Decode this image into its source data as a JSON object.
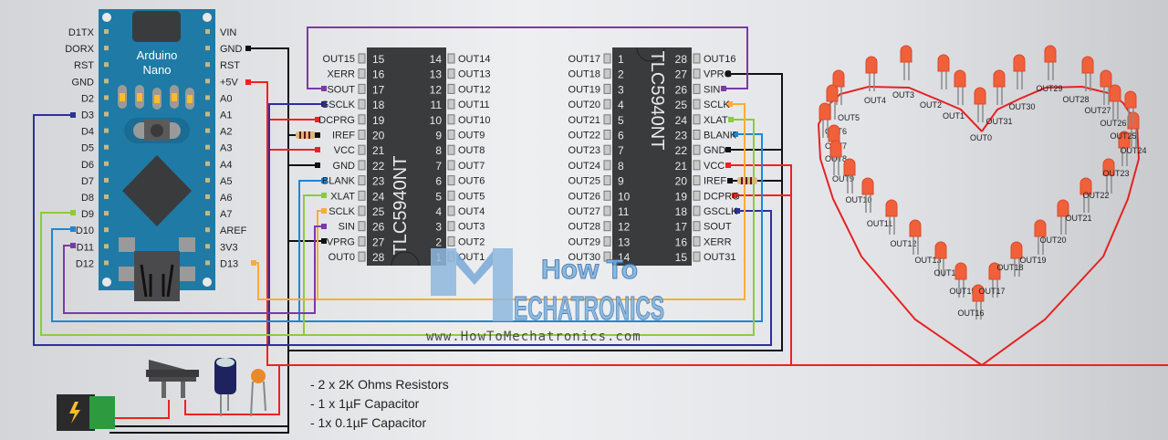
{
  "colors": {
    "board": "#1f7aa5",
    "chip": "#3a3b3d",
    "wire_black": "#111111",
    "wire_red": "#ee2222",
    "wire_purple": "#7a3aa8",
    "wire_navy": "#2e2f9e",
    "wire_blue": "#1f86d6",
    "wire_green": "#8ccc3c",
    "wire_orange": "#f7ad3b",
    "led": "#f0603a"
  },
  "arduino": {
    "title_line1": "Arduino",
    "title_line2": "Nano",
    "left_pins": [
      "D1TX",
      "DORX",
      "RST",
      "GND",
      "D2",
      "D3",
      "D4",
      "D5",
      "D6",
      "D7",
      "D8",
      "D9",
      "D10",
      "D11",
      "D12"
    ],
    "right_pins": [
      "VIN",
      "GND",
      "RST",
      "+5V",
      "A0",
      "A1",
      "A2",
      "A3",
      "A4",
      "A5",
      "A6",
      "A7",
      "AREF",
      "3V3",
      "D13"
    ]
  },
  "chip1": {
    "name": "TLC5940NT",
    "left_pins": [
      {
        "num": "15",
        "label": "OUT15"
      },
      {
        "num": "16",
        "label": "XERR"
      },
      {
        "num": "17",
        "label": "SOUT"
      },
      {
        "num": "18",
        "label": "GSCLK"
      },
      {
        "num": "19",
        "label": "DCPRG"
      },
      {
        "num": "20",
        "label": "IREF"
      },
      {
        "num": "21",
        "label": "VCC"
      },
      {
        "num": "22",
        "label": "GND"
      },
      {
        "num": "23",
        "label": "BLANK"
      },
      {
        "num": "24",
        "label": "XLAT"
      },
      {
        "num": "25",
        "label": "SCLK"
      },
      {
        "num": "26",
        "label": "SIN"
      },
      {
        "num": "27",
        "label": "VPRG"
      },
      {
        "num": "28",
        "label": "OUT0"
      }
    ],
    "right_pins": [
      {
        "num": "14",
        "label": "OUT14"
      },
      {
        "num": "13",
        "label": "OUT13"
      },
      {
        "num": "12",
        "label": "OUT12"
      },
      {
        "num": "11",
        "label": "OUT11"
      },
      {
        "num": "10",
        "label": "OUT10"
      },
      {
        "num": "9",
        "label": "OUT9"
      },
      {
        "num": "8",
        "label": "OUT8"
      },
      {
        "num": "7",
        "label": "OUT7"
      },
      {
        "num": "6",
        "label": "OUT6"
      },
      {
        "num": "5",
        "label": "OUT5"
      },
      {
        "num": "4",
        "label": "OUT4"
      },
      {
        "num": "3",
        "label": "OUT3"
      },
      {
        "num": "2",
        "label": "OUT2"
      },
      {
        "num": "1",
        "label": "OUT1"
      }
    ]
  },
  "chip2": {
    "name": "TLC5940NT",
    "left_pins": [
      {
        "num": "1",
        "label": "OUT17"
      },
      {
        "num": "2",
        "label": "OUT18"
      },
      {
        "num": "3",
        "label": "OUT19"
      },
      {
        "num": "4",
        "label": "OUT20"
      },
      {
        "num": "5",
        "label": "OUT21"
      },
      {
        "num": "6",
        "label": "OUT22"
      },
      {
        "num": "7",
        "label": "OUT23"
      },
      {
        "num": "8",
        "label": "OUT24"
      },
      {
        "num": "9",
        "label": "OUT25"
      },
      {
        "num": "10",
        "label": "OUT26"
      },
      {
        "num": "11",
        "label": "OUT27"
      },
      {
        "num": "12",
        "label": "OUT28"
      },
      {
        "num": "13",
        "label": "OUT29"
      },
      {
        "num": "14",
        "label": "OUT30"
      }
    ],
    "right_pins": [
      {
        "num": "28",
        "label": "OUT16"
      },
      {
        "num": "27",
        "label": "VPRG"
      },
      {
        "num": "26",
        "label": "SIN"
      },
      {
        "num": "25",
        "label": "SCLK"
      },
      {
        "num": "24",
        "label": "XLAT"
      },
      {
        "num": "23",
        "label": "BLANK"
      },
      {
        "num": "22",
        "label": "GND"
      },
      {
        "num": "21",
        "label": "VCC"
      },
      {
        "num": "20",
        "label": "IREF"
      },
      {
        "num": "19",
        "label": "DCPRG"
      },
      {
        "num": "18",
        "label": "GSCLK"
      },
      {
        "num": "17",
        "label": "SOUT"
      },
      {
        "num": "16",
        "label": "XERR"
      },
      {
        "num": "15",
        "label": "OUT31"
      }
    ]
  },
  "heart_leds": [
    "OUT0",
    "OUT1",
    "OUT2",
    "OUT3",
    "OUT4",
    "OUT5",
    "OUT6",
    "OUT7",
    "OUT8",
    "OUT9",
    "OUT10",
    "OUT11",
    "OUT12",
    "OUT13",
    "OUT14",
    "OUT15",
    "OUT16",
    "OUT17",
    "OUT18",
    "OUT19",
    "OUT20",
    "OUT21",
    "OUT22",
    "OUT23",
    "OUT24",
    "OUT25",
    "OUT26",
    "OUT27",
    "OUT28",
    "OUT29",
    "OUT30",
    "OUT31"
  ],
  "watermark": {
    "line1": "How To",
    "line2": "ECHATRONICS",
    "url": "www.HowToMechatronics.com"
  },
  "notes": [
    "- 2 x 2K Ohms Resistors",
    "- 1 x 1µF Capacitor",
    "- 1x 0.1µF Capacitor"
  ]
}
